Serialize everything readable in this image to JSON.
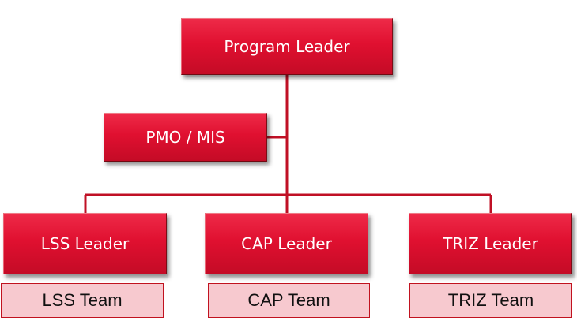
{
  "diagram": {
    "top_node": {
      "label": "Program Leader"
    },
    "staff_node": {
      "label": "PMO / MIS"
    },
    "leaders": [
      {
        "label": "LSS Leader"
      },
      {
        "label": "CAP Leader"
      },
      {
        "label": "TRIZ Leader"
      }
    ],
    "teams": [
      {
        "label": "LSS Team"
      },
      {
        "label": "CAP Team"
      },
      {
        "label": "TRIZ Team"
      }
    ]
  },
  "colors": {
    "box_fill": "#e01030",
    "box_text": "#ffffff",
    "connector": "#c01025",
    "team_fill": "#f7c9cf",
    "team_border": "#c1121f",
    "team_text": "#111111"
  }
}
